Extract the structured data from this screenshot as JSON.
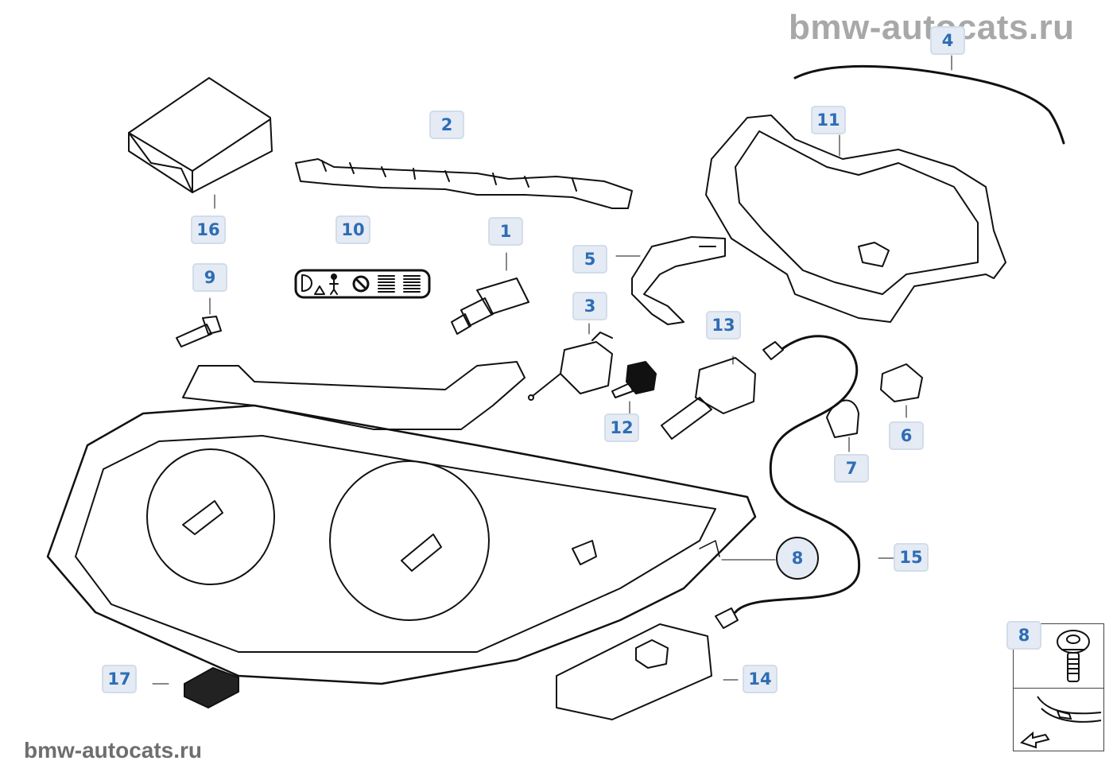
{
  "watermark": {
    "top": "bmw-autocats.ru",
    "bottom": "bmw-autocats.ru"
  },
  "diagram": {
    "title": "Headlight components exploded view",
    "callouts": [
      {
        "id": "1",
        "label": "1",
        "part": "bulb-h7"
      },
      {
        "id": "2",
        "label": "2",
        "part": "mounting-bracket"
      },
      {
        "id": "3",
        "label": "3",
        "part": "adjusting-actuator"
      },
      {
        "id": "4",
        "label": "4",
        "part": "seal-cord"
      },
      {
        "id": "5",
        "label": "5",
        "part": "holder-bracket"
      },
      {
        "id": "6",
        "label": "6",
        "part": "bulb-socket"
      },
      {
        "id": "7",
        "label": "7",
        "part": "bulb"
      },
      {
        "id": "8",
        "label": "8",
        "part": "screw"
      },
      {
        "id": "9",
        "label": "9",
        "part": "bolt"
      },
      {
        "id": "10",
        "label": "10",
        "part": "info-label"
      },
      {
        "id": "11",
        "label": "11",
        "part": "housing-frame"
      },
      {
        "id": "12",
        "label": "12",
        "part": "bulb-holder"
      },
      {
        "id": "13",
        "label": "13",
        "part": "xenon-bulb"
      },
      {
        "id": "14",
        "label": "14",
        "part": "control-unit"
      },
      {
        "id": "15",
        "label": "15",
        "part": "wiring-harness"
      },
      {
        "id": "16",
        "label": "16",
        "part": "repair-kit-box"
      },
      {
        "id": "17",
        "label": "17",
        "part": "connector"
      }
    ],
    "inset": {
      "label": "8"
    }
  },
  "colors": {
    "callout_bg": "#e5ebf4",
    "callout_text": "#2e6db5",
    "watermark": "#a8a8a8"
  }
}
